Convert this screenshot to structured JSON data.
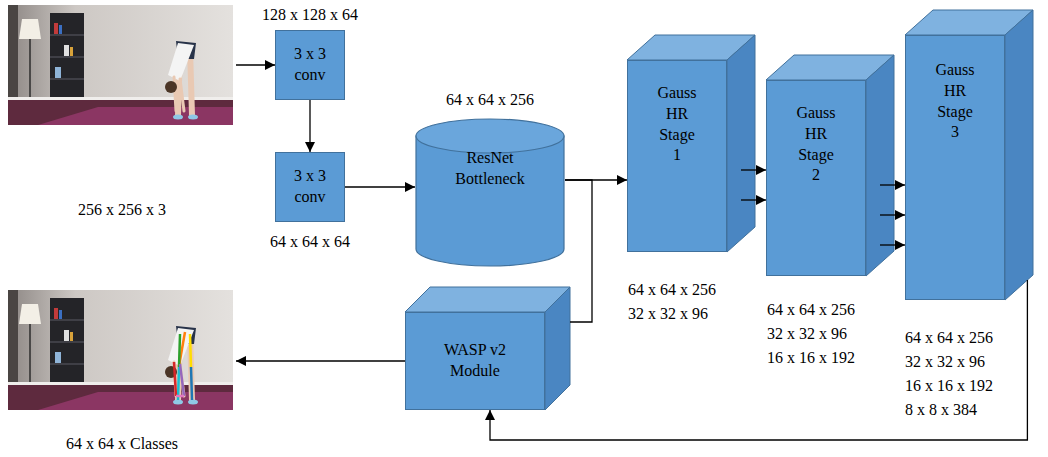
{
  "diagram": {
    "nodes": [
      {
        "text": [
          "3 x 3 conv"
        ]
      },
      {
        "text": [
          "3 x 3 conv"
        ]
      },
      {
        "text": [
          "ResNet Bottleneck"
        ]
      },
      {
        "text": [
          "Gauss HR Stage 1"
        ]
      },
      {
        "text": [
          "Gauss HR Stage 2"
        ]
      },
      {
        "text": [
          "Gauss HR Stage 3"
        ]
      },
      {
        "text": [
          "WASP v2 Module"
        ]
      }
    ],
    "edges": [
      {
        "from": 0,
        "to": 1,
        "arrow": "to"
      },
      {
        "from": 1,
        "to": 2,
        "arrow": "to"
      },
      {
        "from": 2,
        "to": 3,
        "arrow": "to"
      },
      {
        "from": 2,
        "to": 6,
        "arrow": "none"
      },
      {
        "from": 3,
        "to": 4,
        "arrow": "to"
      },
      {
        "from": 3,
        "to": 4,
        "arrow": "to"
      },
      {
        "from": 4,
        "to": 5,
        "arrow": "to"
      },
      {
        "from": 4,
        "to": 5,
        "arrow": "to"
      },
      {
        "from": 4,
        "to": 5,
        "arrow": "to"
      },
      {
        "from": 5,
        "to": 6,
        "arrow": "to"
      }
    ],
    "labels": [
      "128 x 128 x 64",
      "256 x 256 x 3",
      "64 x 64 x 64",
      "64 x 64 x 256",
      "64 x 64 x 256",
      "32 x 32 x 96",
      "64 x 64 x 256",
      "32 x 32 x 96",
      "16 x 16 x 192",
      "64 x 64 x 256",
      "32 x 32 x 96",
      "16 x 16 x 192",
      "8 x 8 x 384",
      "64 x 64 x Classes"
    ]
  }
}
